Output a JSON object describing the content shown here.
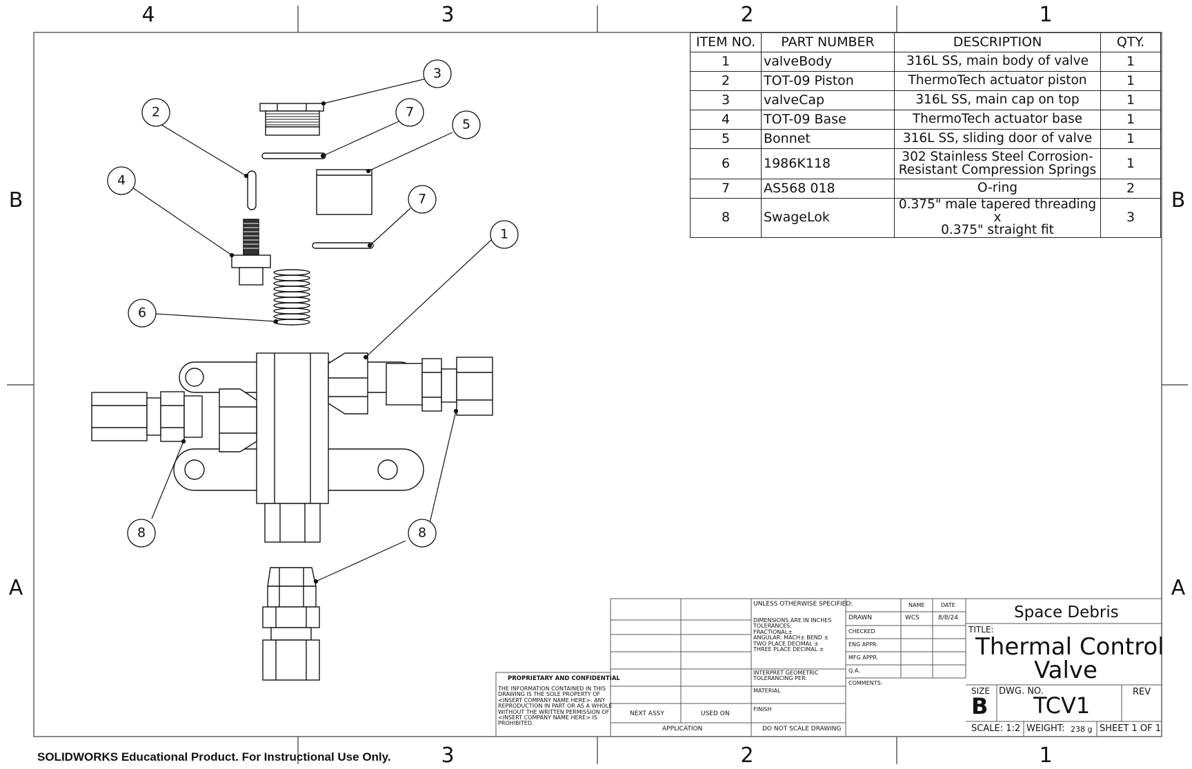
{
  "zones": {
    "top": [
      "4",
      "3",
      "2",
      "1"
    ],
    "bottom": [
      "3",
      "2",
      "1"
    ],
    "sides": [
      "B",
      "A"
    ]
  },
  "balloons": [
    "3",
    "2",
    "7",
    "5",
    "4",
    "7",
    "1",
    "6",
    "8",
    "8"
  ],
  "bom": {
    "headers": [
      "ITEM NO.",
      "PART NUMBER",
      "DESCRIPTION",
      "QTY."
    ],
    "rows": [
      {
        "item": "1",
        "part": "valveBody",
        "desc": "316L SS, main body of valve",
        "qty": "1"
      },
      {
        "item": "2",
        "part": "TOT-09 Piston",
        "desc": "ThermoTech actuator piston",
        "qty": "1"
      },
      {
        "item": "3",
        "part": "valveCap",
        "desc": "316L SS, main cap on top",
        "qty": "1"
      },
      {
        "item": "4",
        "part": "TOT-09 Base",
        "desc": "ThermoTech actuator base",
        "qty": "1"
      },
      {
        "item": "5",
        "part": "Bonnet",
        "desc": "316L SS, sliding door of valve",
        "qty": "1"
      },
      {
        "item": "6",
        "part": "1986K118",
        "desc1": "302 Stainless Steel Corrosion-",
        "desc2": "Resistant Compression Springs",
        "qty": "1"
      },
      {
        "item": "7",
        "part": "AS568 018",
        "desc": "O-ring",
        "qty": "2"
      },
      {
        "item": "8",
        "part": "SwageLok",
        "desc1": "0.375\" male tapered threading x",
        "desc2": "0.375\" straight fit",
        "qty": "3"
      }
    ]
  },
  "proprietary": {
    "title": "PROPRIETARY AND CONFIDENTIAL",
    "lines": [
      "THE INFORMATION CONTAINED IN THIS",
      "DRAWING IS THE SOLE PROPERTY OF",
      "<INSERT COMPANY NAME HERE>.  ANY",
      "REPRODUCTION IN PART OR AS A WHOLE",
      "WITHOUT THE WRITTEN PERMISSION OF",
      "<INSERT COMPANY NAME HERE> IS",
      "PROHIBITED."
    ]
  },
  "titleblock": {
    "next_assy": "NEXT ASSY",
    "used_on": "USED ON",
    "application": "APPLICATION",
    "do_not_scale": "DO NOT SCALE DRAWING",
    "unless": "UNLESS OTHERWISE SPECIFIED:",
    "tol_lines": [
      "DIMENSIONS ARE IN INCHES",
      "TOLERANCES:",
      "FRACTIONAL±",
      "ANGULAR: MACH±   BEND ±",
      "TWO PLACE DECIMAL   ±",
      "THREE PLACE DECIMAL  ±"
    ],
    "interpret1": "INTERPRET GEOMETRIC",
    "interpret2": "TOLERANCING PER:",
    "material": "MATERIAL",
    "finish": "FINISH",
    "name_hdr": "NAME",
    "date_hdr": "DATE",
    "drawn": "DRAWN",
    "drawn_name": "WCS",
    "drawn_date": "8/8/24",
    "checked": "CHECKED",
    "eng_appr": "ENG APPR.",
    "mfg_appr": "MFG APPR.",
    "qa": "Q.A.",
    "comments": "COMMENTS:",
    "company": "Space Debris",
    "title_lbl": "TITLE:",
    "title1": "Thermal Control",
    "title2": "Valve",
    "size_lbl": "SIZE",
    "size": "B",
    "dwg_lbl": "DWG.  NO.",
    "dwg_no": "TCV1",
    "rev_lbl": "REV",
    "scale": "SCALE: 1:2",
    "weight_lbl": "WEIGHT:",
    "weight": "238 g",
    "sheet": "SHEET 1 OF 1"
  },
  "footer": "SOLIDWORKS Educational Product. For Instructional Use Only."
}
